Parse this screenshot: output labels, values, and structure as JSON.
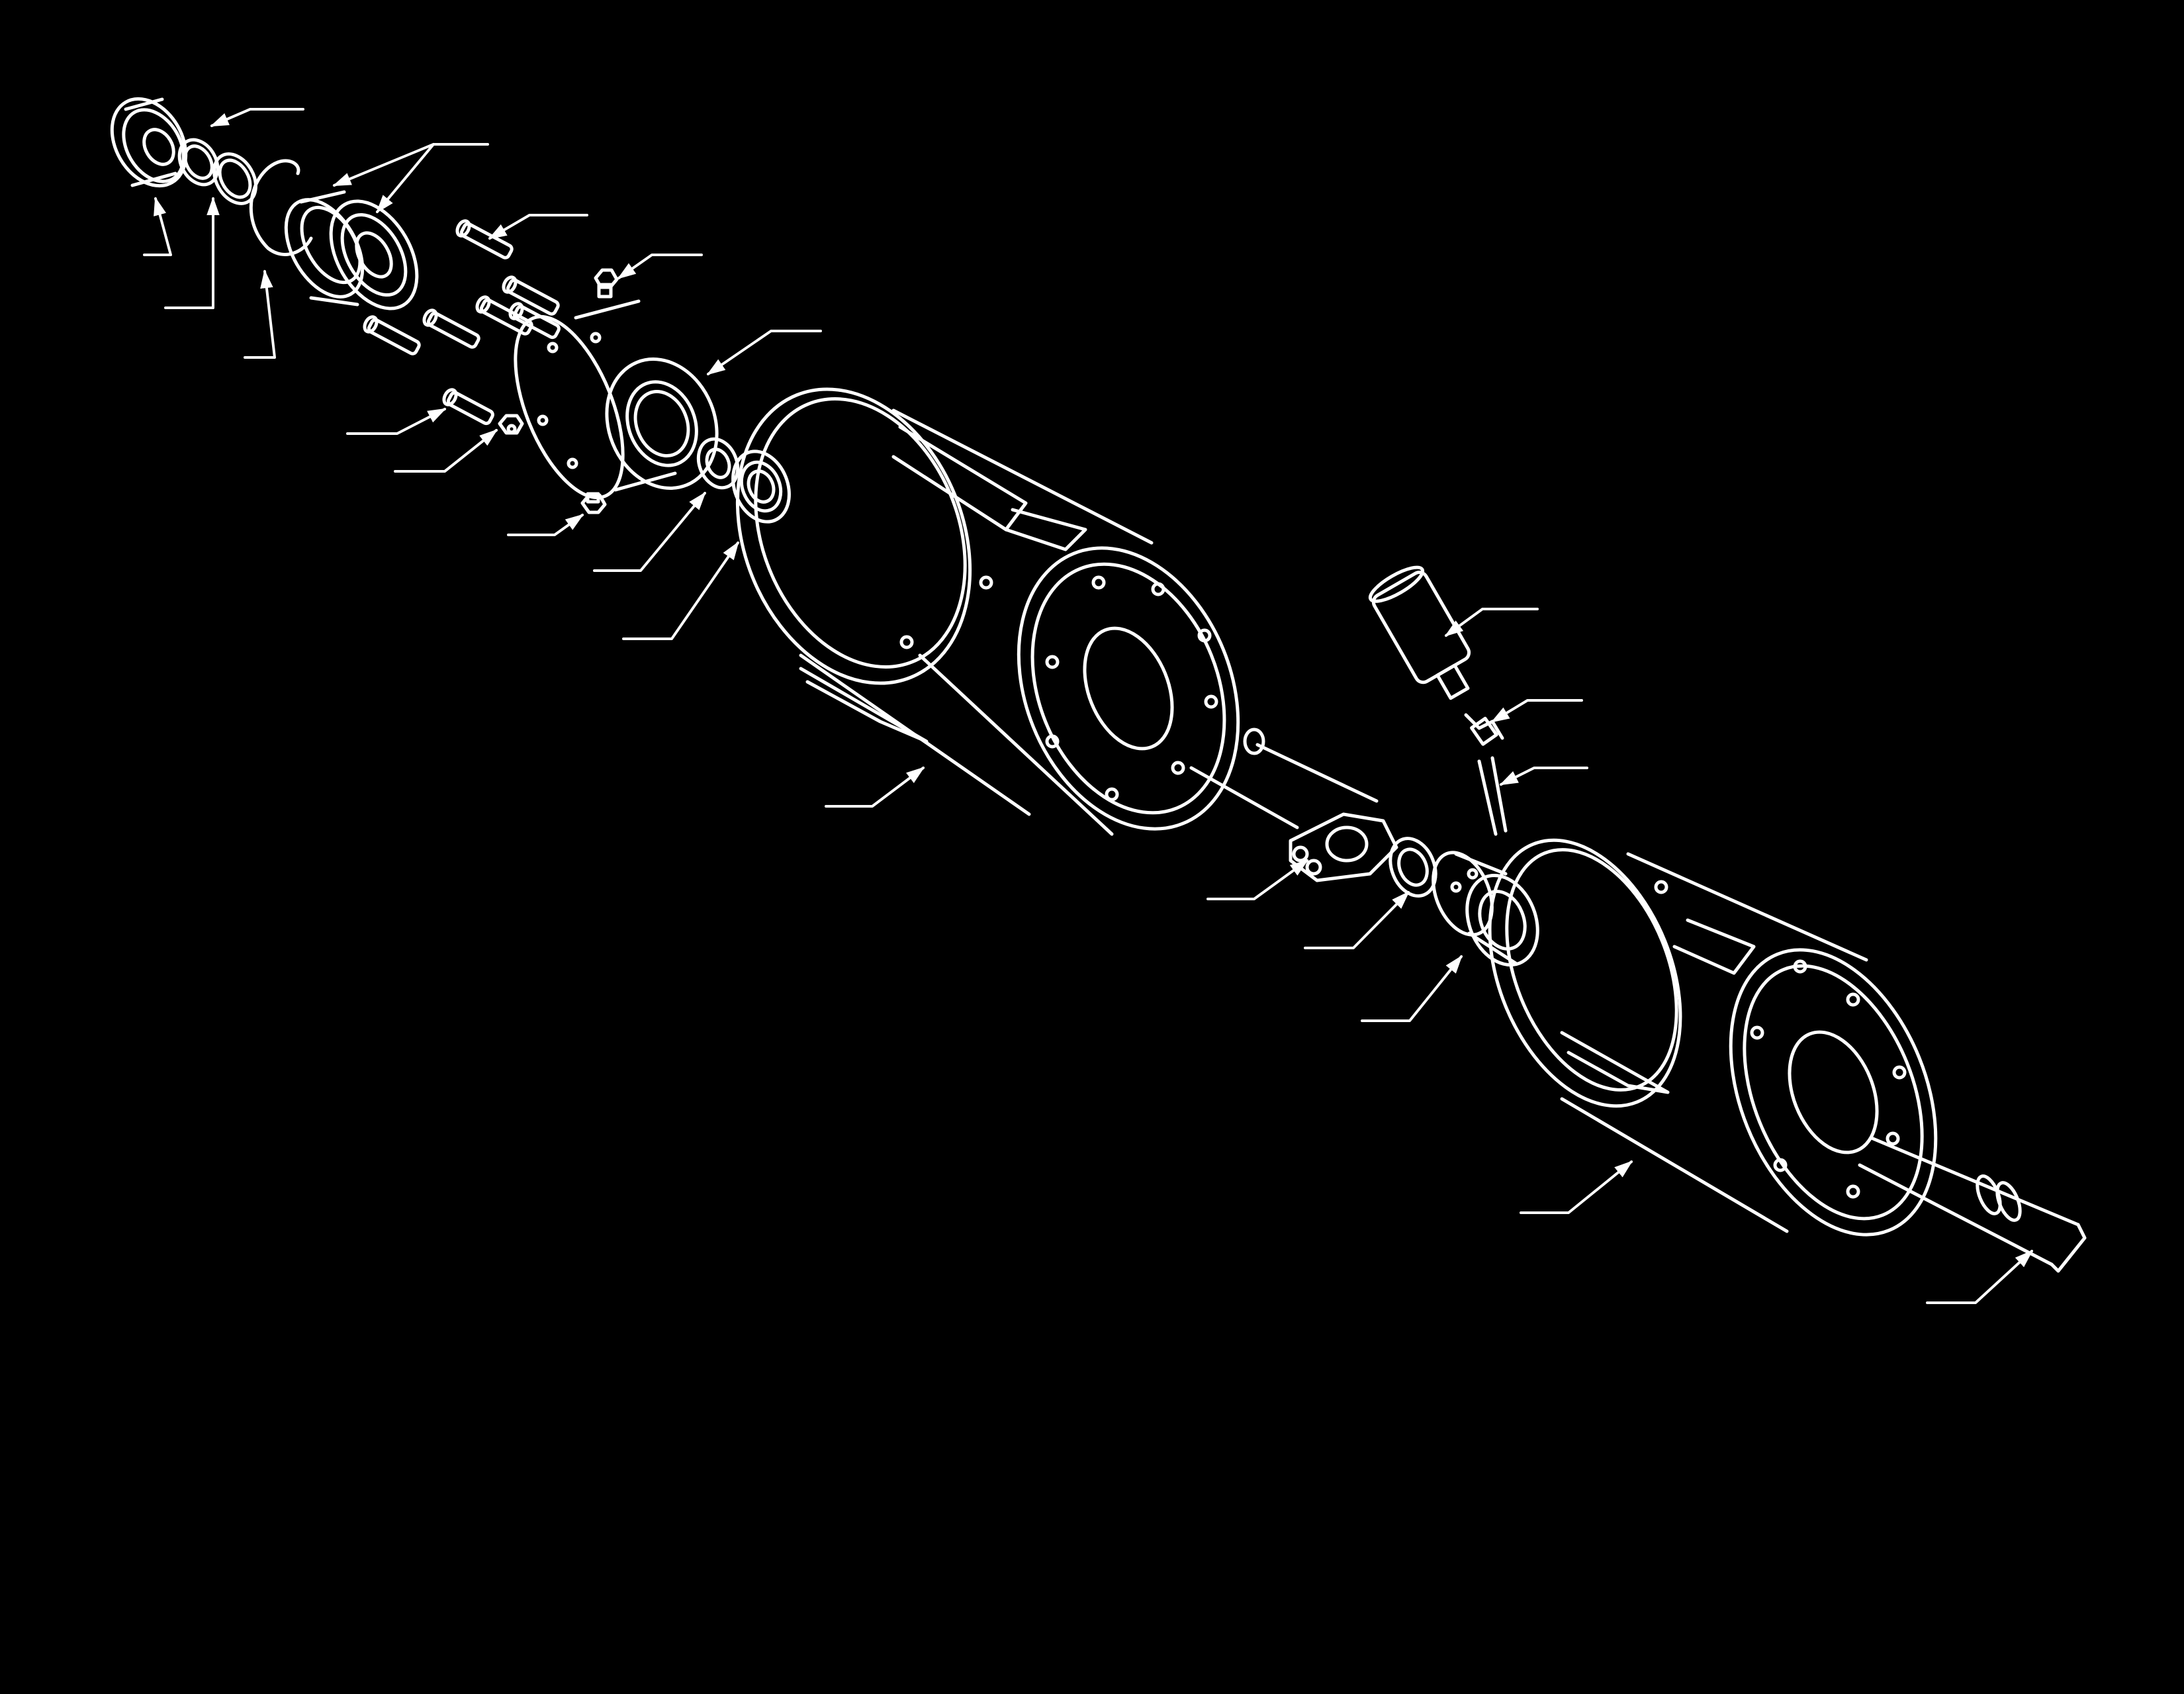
{
  "diagram": {
    "type": "exploded-assembly",
    "background_color": "#000000",
    "line_color": "#ffffff",
    "has_text_labels": false,
    "parts": [
      {
        "id": "end-cap"
      },
      {
        "id": "snap-ring"
      },
      {
        "id": "retaining-ring"
      },
      {
        "id": "spring-clip"
      },
      {
        "id": "ball-bearing-pair"
      },
      {
        "id": "long-bolt-set"
      },
      {
        "id": "grease-fitting-top"
      },
      {
        "id": "bearing-housing"
      },
      {
        "id": "short-bolt"
      },
      {
        "id": "hex-nut"
      },
      {
        "id": "grease-fitting-bottom"
      },
      {
        "id": "seal-ring"
      },
      {
        "id": "small-bearing"
      },
      {
        "id": "main-cage"
      },
      {
        "id": "sensor-cylinder"
      },
      {
        "id": "elbow-fitting"
      },
      {
        "id": "tie-rod"
      },
      {
        "id": "link-bracket"
      },
      {
        "id": "inner-bearing"
      },
      {
        "id": "coupling-hub"
      },
      {
        "id": "rear-cage"
      },
      {
        "id": "drive-shaft"
      }
    ],
    "callouts": [
      {
        "id": "cl-01",
        "target": "end-cap"
      },
      {
        "id": "cl-02",
        "target": "snap-ring"
      },
      {
        "id": "cl-03",
        "target": "retaining-ring"
      },
      {
        "id": "cl-04",
        "target": "spring-clip"
      },
      {
        "id": "cl-05",
        "target": "ball-bearing-pair"
      },
      {
        "id": "cl-06",
        "target": "long-bolt-set"
      },
      {
        "id": "cl-07",
        "target": "grease-fitting-top"
      },
      {
        "id": "cl-08",
        "target": "bearing-housing"
      },
      {
        "id": "cl-09",
        "target": "short-bolt"
      },
      {
        "id": "cl-10",
        "target": "hex-nut"
      },
      {
        "id": "cl-11",
        "target": "grease-fitting-bottom"
      },
      {
        "id": "cl-12",
        "target": "seal-ring"
      },
      {
        "id": "cl-13",
        "target": "small-bearing"
      },
      {
        "id": "cl-14",
        "target": "main-cage"
      },
      {
        "id": "cl-15",
        "target": "sensor-cylinder"
      },
      {
        "id": "cl-16",
        "target": "elbow-fitting"
      },
      {
        "id": "cl-17",
        "target": "tie-rod"
      },
      {
        "id": "cl-18",
        "target": "link-bracket"
      },
      {
        "id": "cl-19",
        "target": "inner-bearing"
      },
      {
        "id": "cl-20",
        "target": "coupling-hub"
      },
      {
        "id": "cl-21",
        "target": "rear-cage"
      },
      {
        "id": "cl-22",
        "target": "drive-shaft"
      }
    ]
  }
}
